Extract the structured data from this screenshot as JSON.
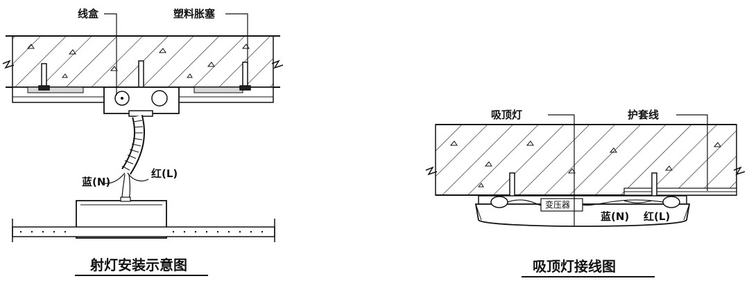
{
  "left_diagram": {
    "label_junction_box": "线盒",
    "label_plastic_anchor": "塑料胀塞",
    "label_blue_neutral": "蓝(N)",
    "label_red_live": "红(L)",
    "caption": "射灯安装示意图"
  },
  "right_diagram": {
    "label_ceiling_light": "吸顶灯",
    "label_sheathed_wire": "护套线",
    "label_transformer": "变压器",
    "label_blue_neutral": "蓝(N)",
    "label_red_live": "红(L)",
    "caption": "吸顶灯接线图"
  }
}
